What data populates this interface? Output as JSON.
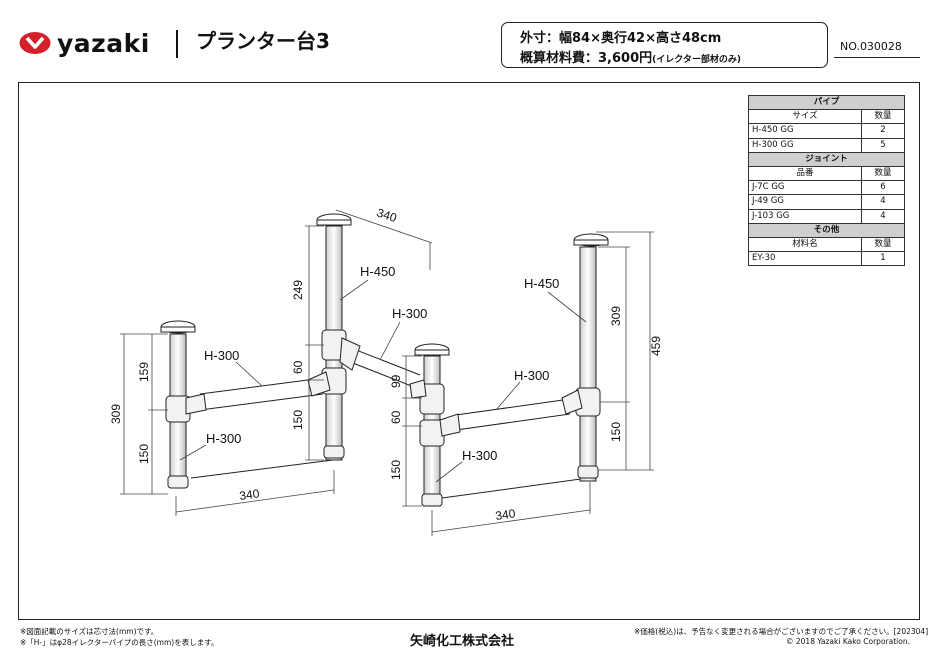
{
  "header": {
    "logo_text": "yazaki",
    "title": "プランター台3",
    "spec_size": "外寸：幅84×奥行42×高さ48cm",
    "spec_cost": "概算材料費：3,600円",
    "spec_cost_note": "(イレクター部材のみ)",
    "doc_no": "NO.030028"
  },
  "parts_table": {
    "sections": [
      {
        "title": "パイプ",
        "col_name": "サイズ",
        "col_qty": "数量",
        "rows": [
          {
            "name": "H-450 GG",
            "qty": "2"
          },
          {
            "name": "H-300 GG",
            "qty": "5"
          }
        ]
      },
      {
        "title": "ジョイント",
        "col_name": "品番",
        "col_qty": "数量",
        "rows": [
          {
            "name": "J-7C GG",
            "qty": "6"
          },
          {
            "name": "J-49 GG",
            "qty": "4"
          },
          {
            "name": "J-103 GG",
            "qty": "4"
          }
        ]
      },
      {
        "title": "その他",
        "col_name": "材料名",
        "col_qty": "数量",
        "rows": [
          {
            "name": "EY-30",
            "qty": "1"
          }
        ]
      }
    ]
  },
  "drawing": {
    "pipe_labels": [
      "H-450",
      "H-300",
      "H-300",
      "H-300",
      "H-450",
      "H-300",
      "H-300"
    ],
    "dimensions": [
      "340",
      "249",
      "60",
      "150",
      "159",
      "309",
      "150",
      "340",
      "99",
      "60",
      "150",
      "340",
      "309",
      "459",
      "150"
    ]
  },
  "footer": {
    "note1": "※図面記載のサイズは芯寸法(mm)です。",
    "note2": "※「H-」はφ28イレクターパイプの長さ(mm)を表します。",
    "company": "矢崎化工株式会社",
    "note3": "※価格(税込)は、予告なく変更される場合がございますのでご了承ください。[202304]",
    "copyright": "© 2018 Yazaki Kako Corporation."
  },
  "colors": {
    "logo_red": "#d4202a",
    "table_header": "#cfcfcf",
    "line": "#222222"
  }
}
